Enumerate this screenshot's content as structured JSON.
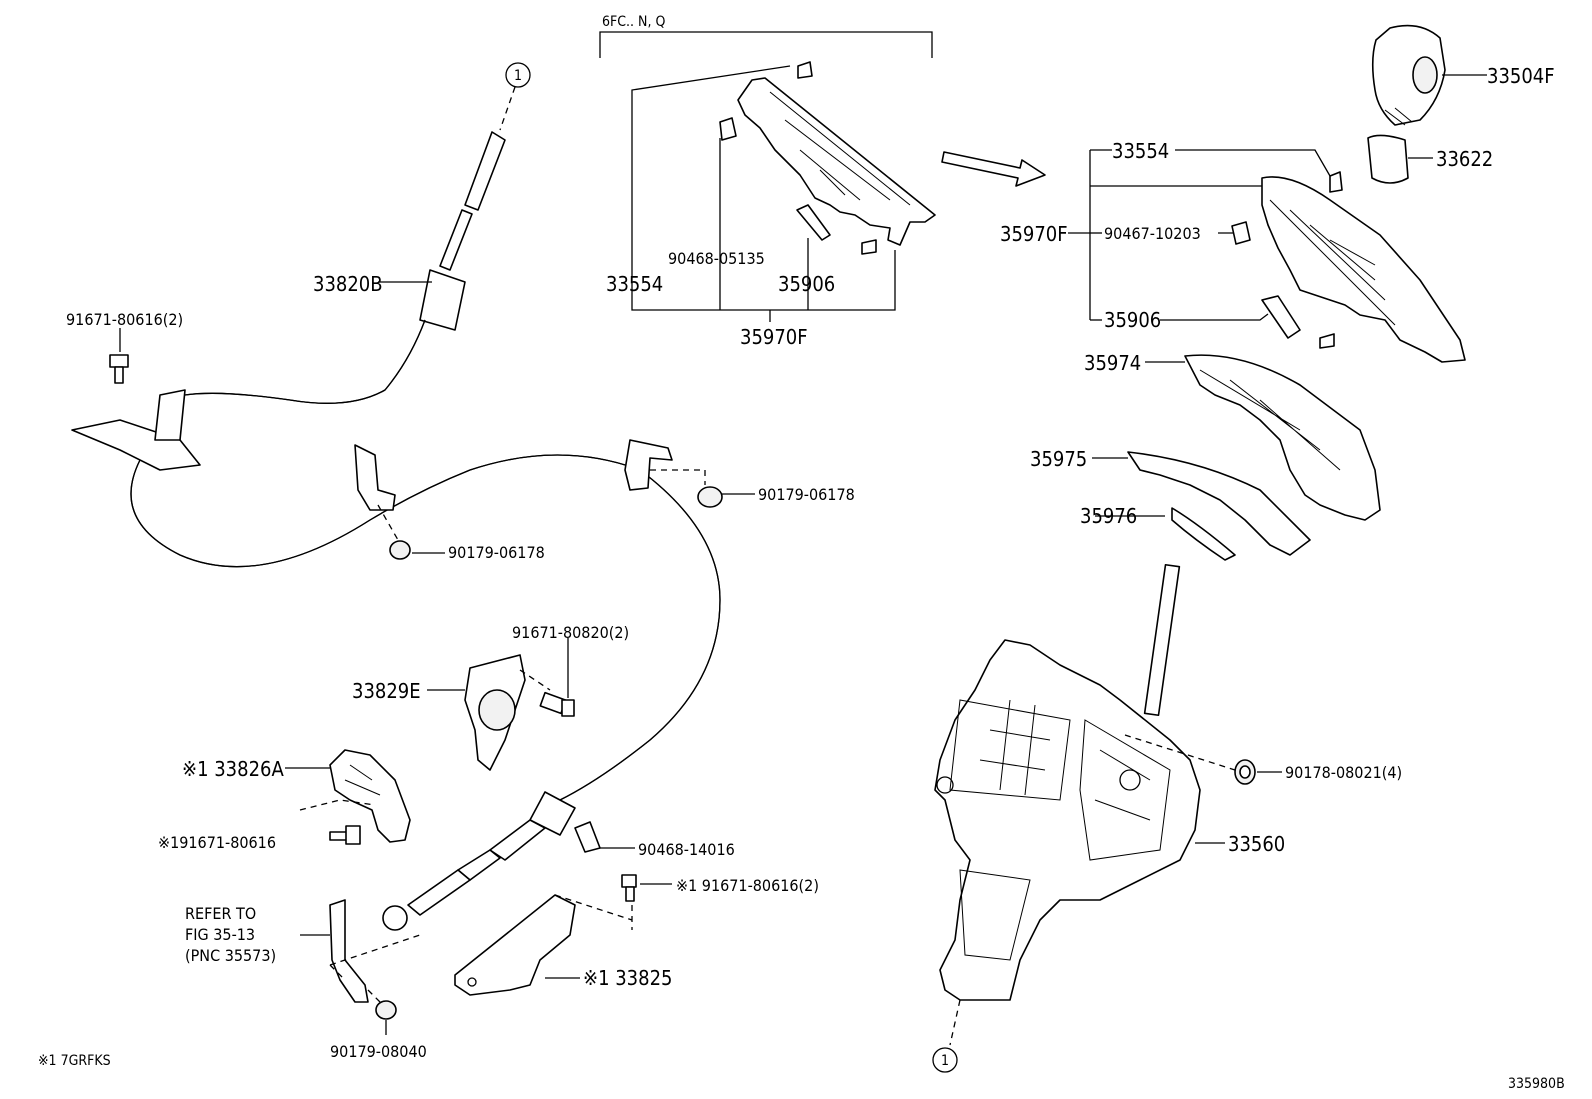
{
  "notes": {
    "group_header": "6FC.. N, Q",
    "footnote": "※1  7GRFKS",
    "figure_code": "335980B",
    "refer_to": [
      "REFER TO",
      "FIG 35-13",
      "(PNC 35573)"
    ]
  },
  "callouts": {
    "circle_1_top": "1",
    "circle_1_bottom": "1"
  },
  "labels": {
    "p33504F": "33504F",
    "p33622": "33622",
    "p33554_right": "33554",
    "p35970F_right": "35970F",
    "p90467_10203": "90467-10203",
    "p35906_right": "35906",
    "p35974": "35974",
    "p35975": "35975",
    "p35976": "35976",
    "p33554_left": "33554",
    "p90468_05135": "90468-05135",
    "p35906_left": "35906",
    "p35970F_left": "35970F",
    "p33820B": "33820B",
    "p91671_80616_2_top": "91671-80616(2)",
    "p90179_06178_a": "90179-06178",
    "p90179_06178_b": "90179-06178",
    "p91671_80820_2": "91671-80820(2)",
    "p33829E": "33829E",
    "p33826A": "※1 33826A",
    "p91671_80616_single": "※191671-80616",
    "p90468_14016": "90468-14016",
    "p91671_80616_2_bottom": "※1 91671-80616(2)",
    "p33825": "※1 33825",
    "p90179_08040": "90179-08040",
    "p90178_08021_4": "90178-08021(4)",
    "p33560": "33560"
  }
}
